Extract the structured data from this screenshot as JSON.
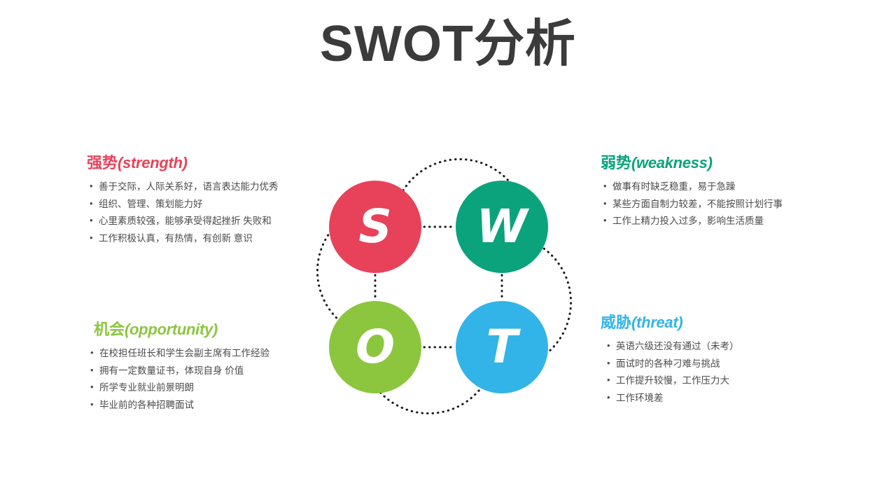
{
  "title": "SWOT分析",
  "colors": {
    "strength": "#e8425a",
    "weakness": "#0aa37c",
    "opportunity": "#8cc63e",
    "threat": "#32b4e8",
    "title": "#3b3b3b",
    "body_text": "#4a4a4a",
    "dotted_line": "#1a1a1a"
  },
  "diagram": {
    "nodes": [
      {
        "letter": "S",
        "key": "strength",
        "color": "#e8425a"
      },
      {
        "letter": "W",
        "key": "weakness",
        "color": "#0aa37c"
      },
      {
        "letter": "O",
        "key": "opportunity",
        "color": "#8cc63e"
      },
      {
        "letter": "T",
        "key": "threat",
        "color": "#32b4e8"
      }
    ]
  },
  "quadrants": {
    "strength": {
      "heading_cn": "强势",
      "heading_en": "(strength)",
      "items": [
        " 善于交际，人际关系好，语言表达能力优秀",
        "组织、管理、策划能力好",
        "心里素质较强，能够承受得起挫折 失败和",
        "工作积极认真，有热情，有创新 意识"
      ]
    },
    "weakness": {
      "heading_cn": "弱势",
      "heading_en": "(weakness)",
      "items": [
        "做事有时缺乏稳重，易于急躁",
        "某些方面自制力较差，不能按照计划行事",
        "工作上精力投入过多，影响生活质量"
      ]
    },
    "opportunity": {
      "heading_cn": "机会",
      "heading_en": "(opportunity)",
      "items": [
        "在校担任班长和学生会副主席有工作经验",
        "拥有一定数量证书，体现自身 价值",
        "所学专业就业前景明朗",
        "毕业前的各种招聘面试"
      ]
    },
    "threat": {
      "heading_cn": "威胁",
      "heading_en": "(threat)",
      "items": [
        "英语六级还没有通过（未考）",
        "面试时的各种刁难与挑战",
        "工作提升较慢，工作压力大",
        " 工作环境差"
      ]
    }
  }
}
